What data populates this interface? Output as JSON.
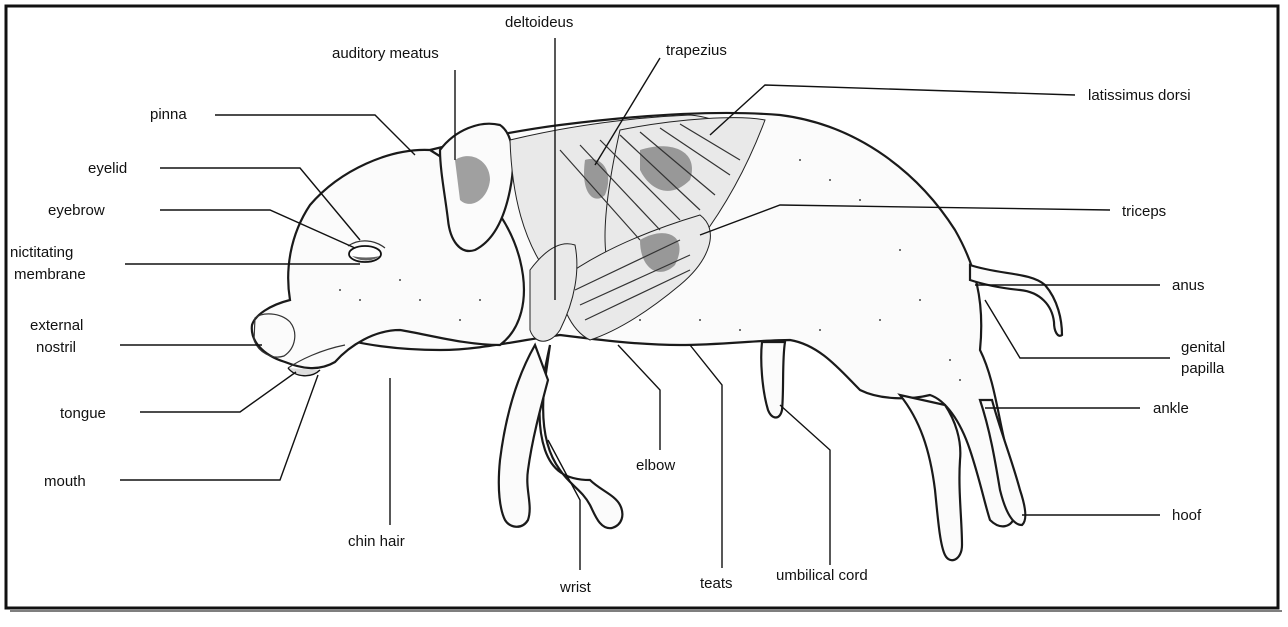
{
  "labels": {
    "auditory_meatus": "auditory meatus",
    "deltoideus": "deltoideus",
    "trapezius": "trapezius",
    "latissimus_dorsi": "latissimus dorsi",
    "pinna": "pinna",
    "eyelid": "eyelid",
    "eyebrow": "eyebrow",
    "nictitating_1": "nictitating",
    "nictitating_2": "membrane",
    "external_nostril_1": "external",
    "external_nostril_2": "nostril",
    "tongue": "tongue",
    "mouth": "mouth",
    "chin_hair": "chin hair",
    "wrist": "wrist",
    "teats": "teats",
    "elbow": "elbow",
    "umbilical_cord": "umbilical cord",
    "triceps": "triceps",
    "anus": "anus",
    "genital_papilla_1": "genital",
    "genital_papilla_2": "papilla",
    "ankle": "ankle",
    "hoof": "hoof"
  }
}
